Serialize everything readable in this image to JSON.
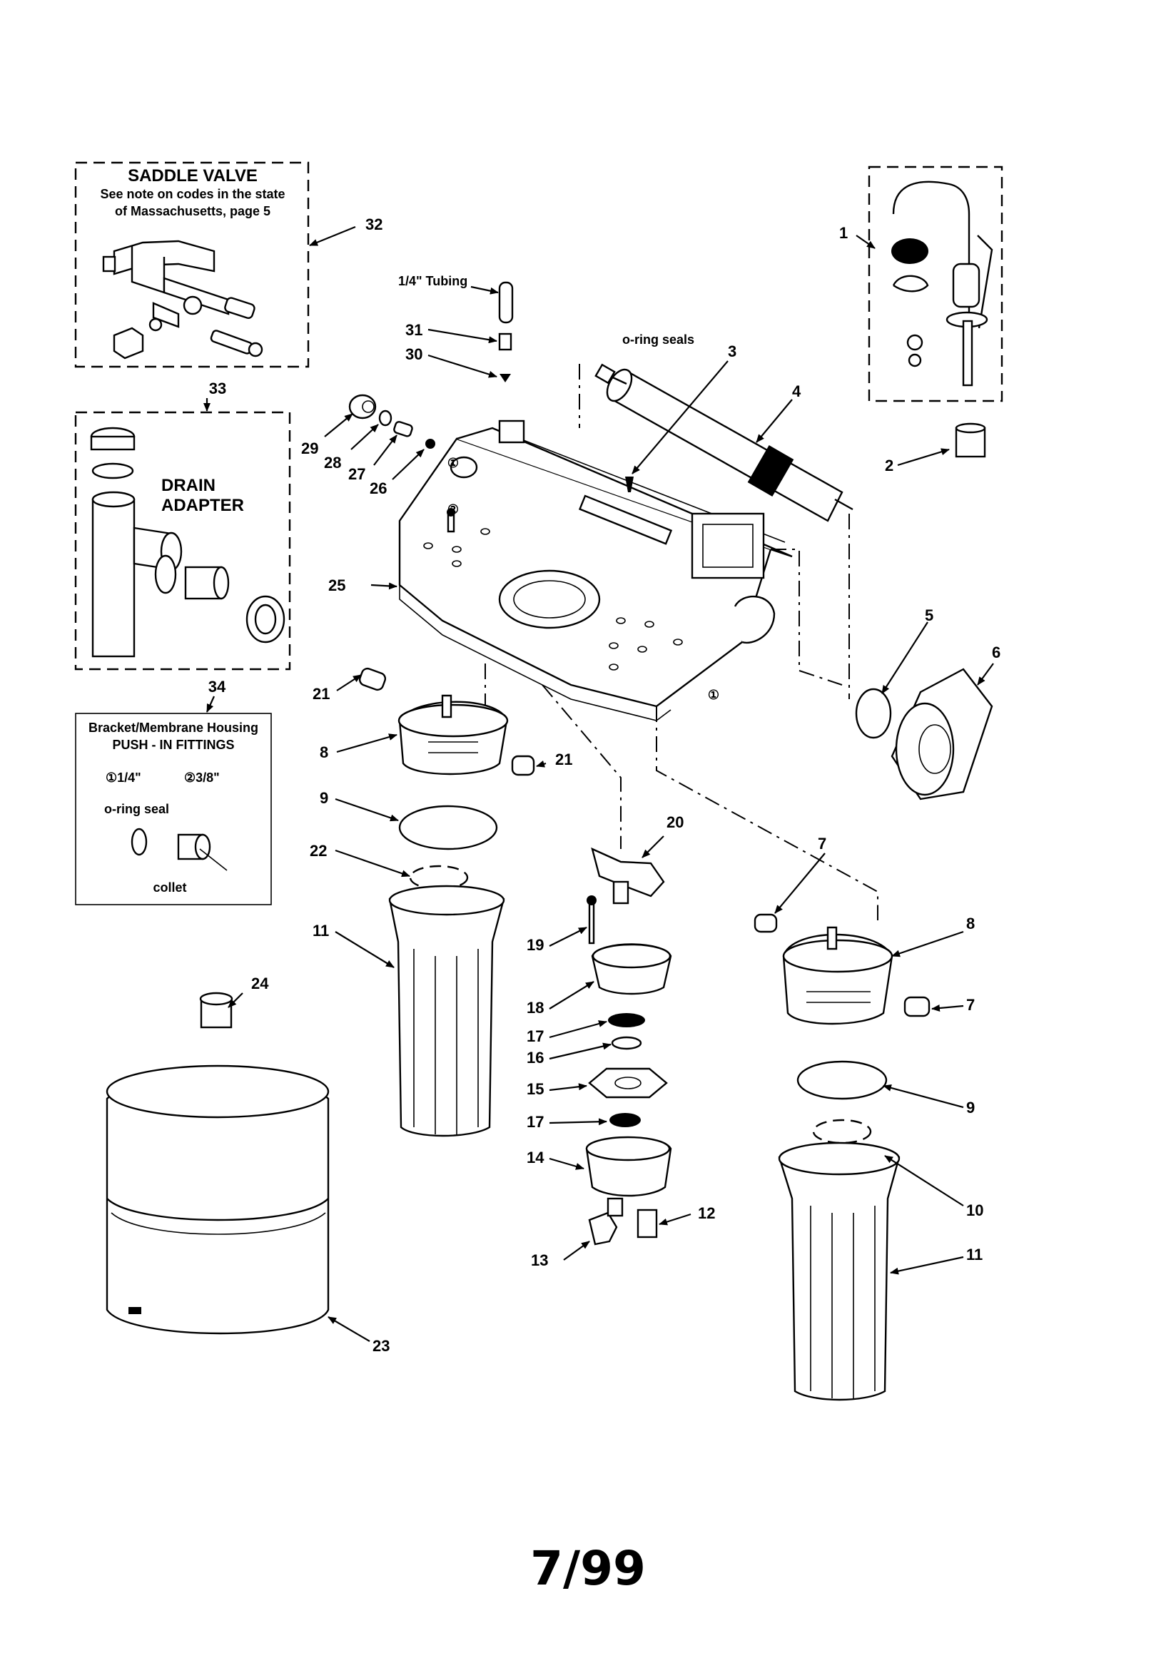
{
  "boxes": {
    "saddle_valve": {
      "title": "SADDLE VALVE",
      "note_line1": "See note on codes in the state",
      "note_line2": "of Massachusetts, page 5",
      "number": "32"
    },
    "drain_adapter": {
      "number": "33",
      "line1": "DRAIN",
      "line2": "ADAPTER"
    },
    "push_in_fittings": {
      "number": "34",
      "line1": "Bracket/Membrane Housing",
      "line2": "PUSH - IN FITTINGS",
      "size_quarter": "①1/4\"",
      "size_three_eighths": "②3/8\"",
      "oring": "o-ring seal",
      "collet": "collet"
    }
  },
  "callouts": {
    "tubing": "1/4\" Tubing",
    "oring_seals": "o-ring seals"
  },
  "part_numbers": {
    "p1": "1",
    "p2": "2",
    "p3": "3",
    "p4": "4",
    "p5": "5",
    "p6": "6",
    "p7a": "7",
    "p7b": "7",
    "p8a": "8",
    "p8b": "8",
    "p9a": "9",
    "p9b": "9",
    "p10": "10",
    "p11a": "11",
    "p11b": "11",
    "p12": "12",
    "p13": "13",
    "p14": "14",
    "p15": "15",
    "p16": "16",
    "p17a": "17",
    "p17b": "17",
    "p18": "18",
    "p19": "19",
    "p20": "20",
    "p21a": "21",
    "p21b": "21",
    "p22": "22",
    "p23": "23",
    "p24": "24",
    "p25": "25",
    "p26": "26",
    "p27": "27",
    "p28": "28",
    "p29": "29",
    "p30": "30",
    "p31": "31",
    "bracket_port_1": "①",
    "bracket_port_2": "②",
    "bracket_port_1b": "①"
  },
  "page_number": "7/99"
}
